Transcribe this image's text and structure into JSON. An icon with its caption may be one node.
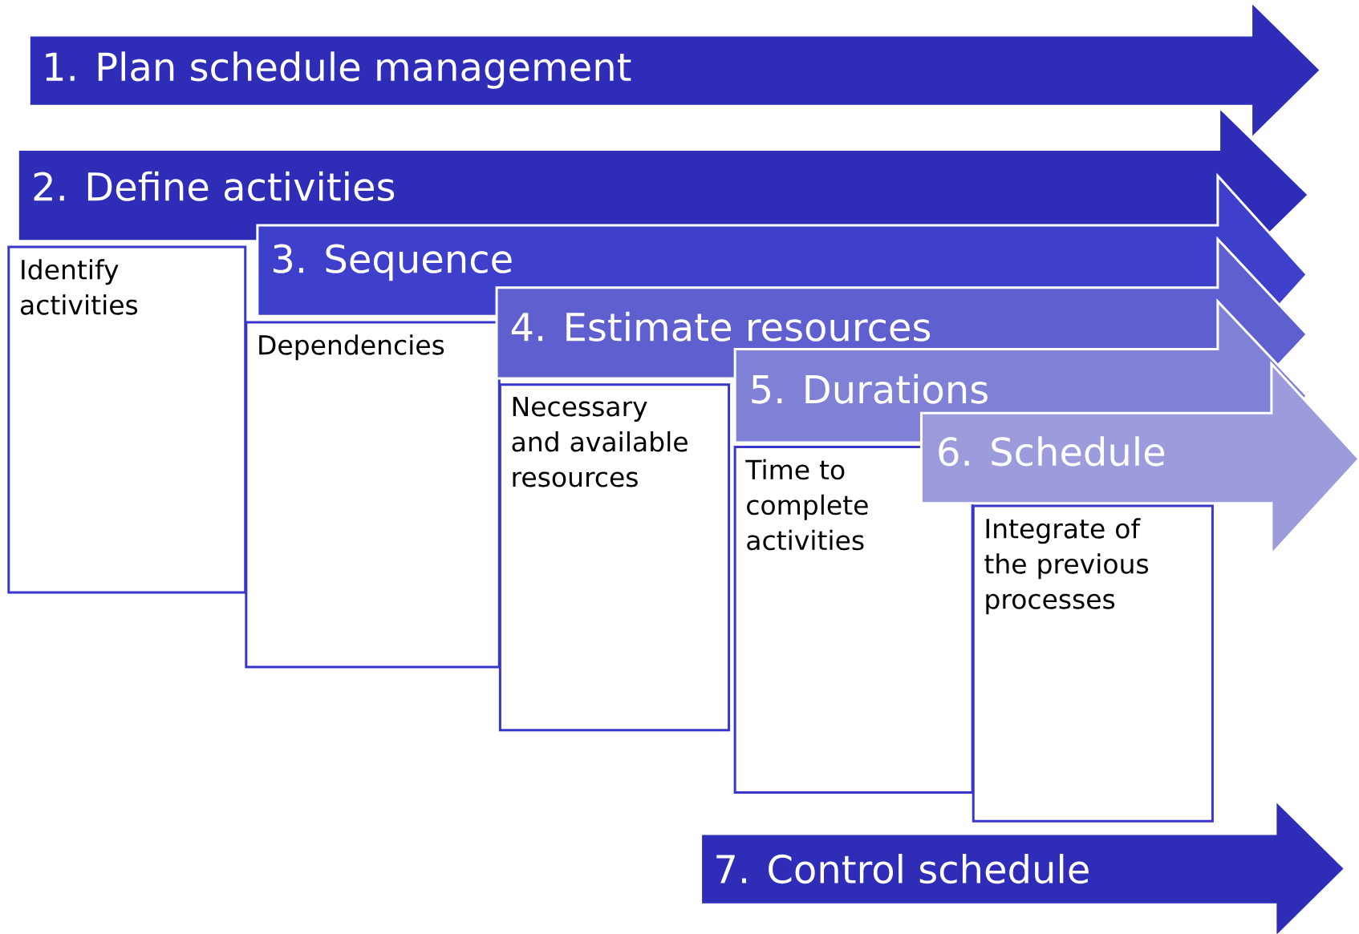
{
  "diagram": {
    "nodes": [
      {
        "text": [
          "1. Plan schedule management"
        ]
      },
      {
        "text": [
          "2. Define activities"
        ]
      },
      {
        "text": [
          "Identify activities"
        ]
      },
      {
        "text": [
          "3. Sequence"
        ]
      },
      {
        "text": [
          "Dependencies"
        ]
      },
      {
        "text": [
          "4. Estimate resources"
        ]
      },
      {
        "text": [
          "Necessary and available resources"
        ]
      },
      {
        "text": [
          "5. Durations"
        ]
      },
      {
        "text": [
          "Time to complete activities"
        ]
      },
      {
        "text": [
          "6. Schedule"
        ]
      },
      {
        "text": [
          "Integrate of the previous processes"
        ]
      },
      {
        "text": [
          "7. Control schedule"
        ]
      }
    ]
  }
}
